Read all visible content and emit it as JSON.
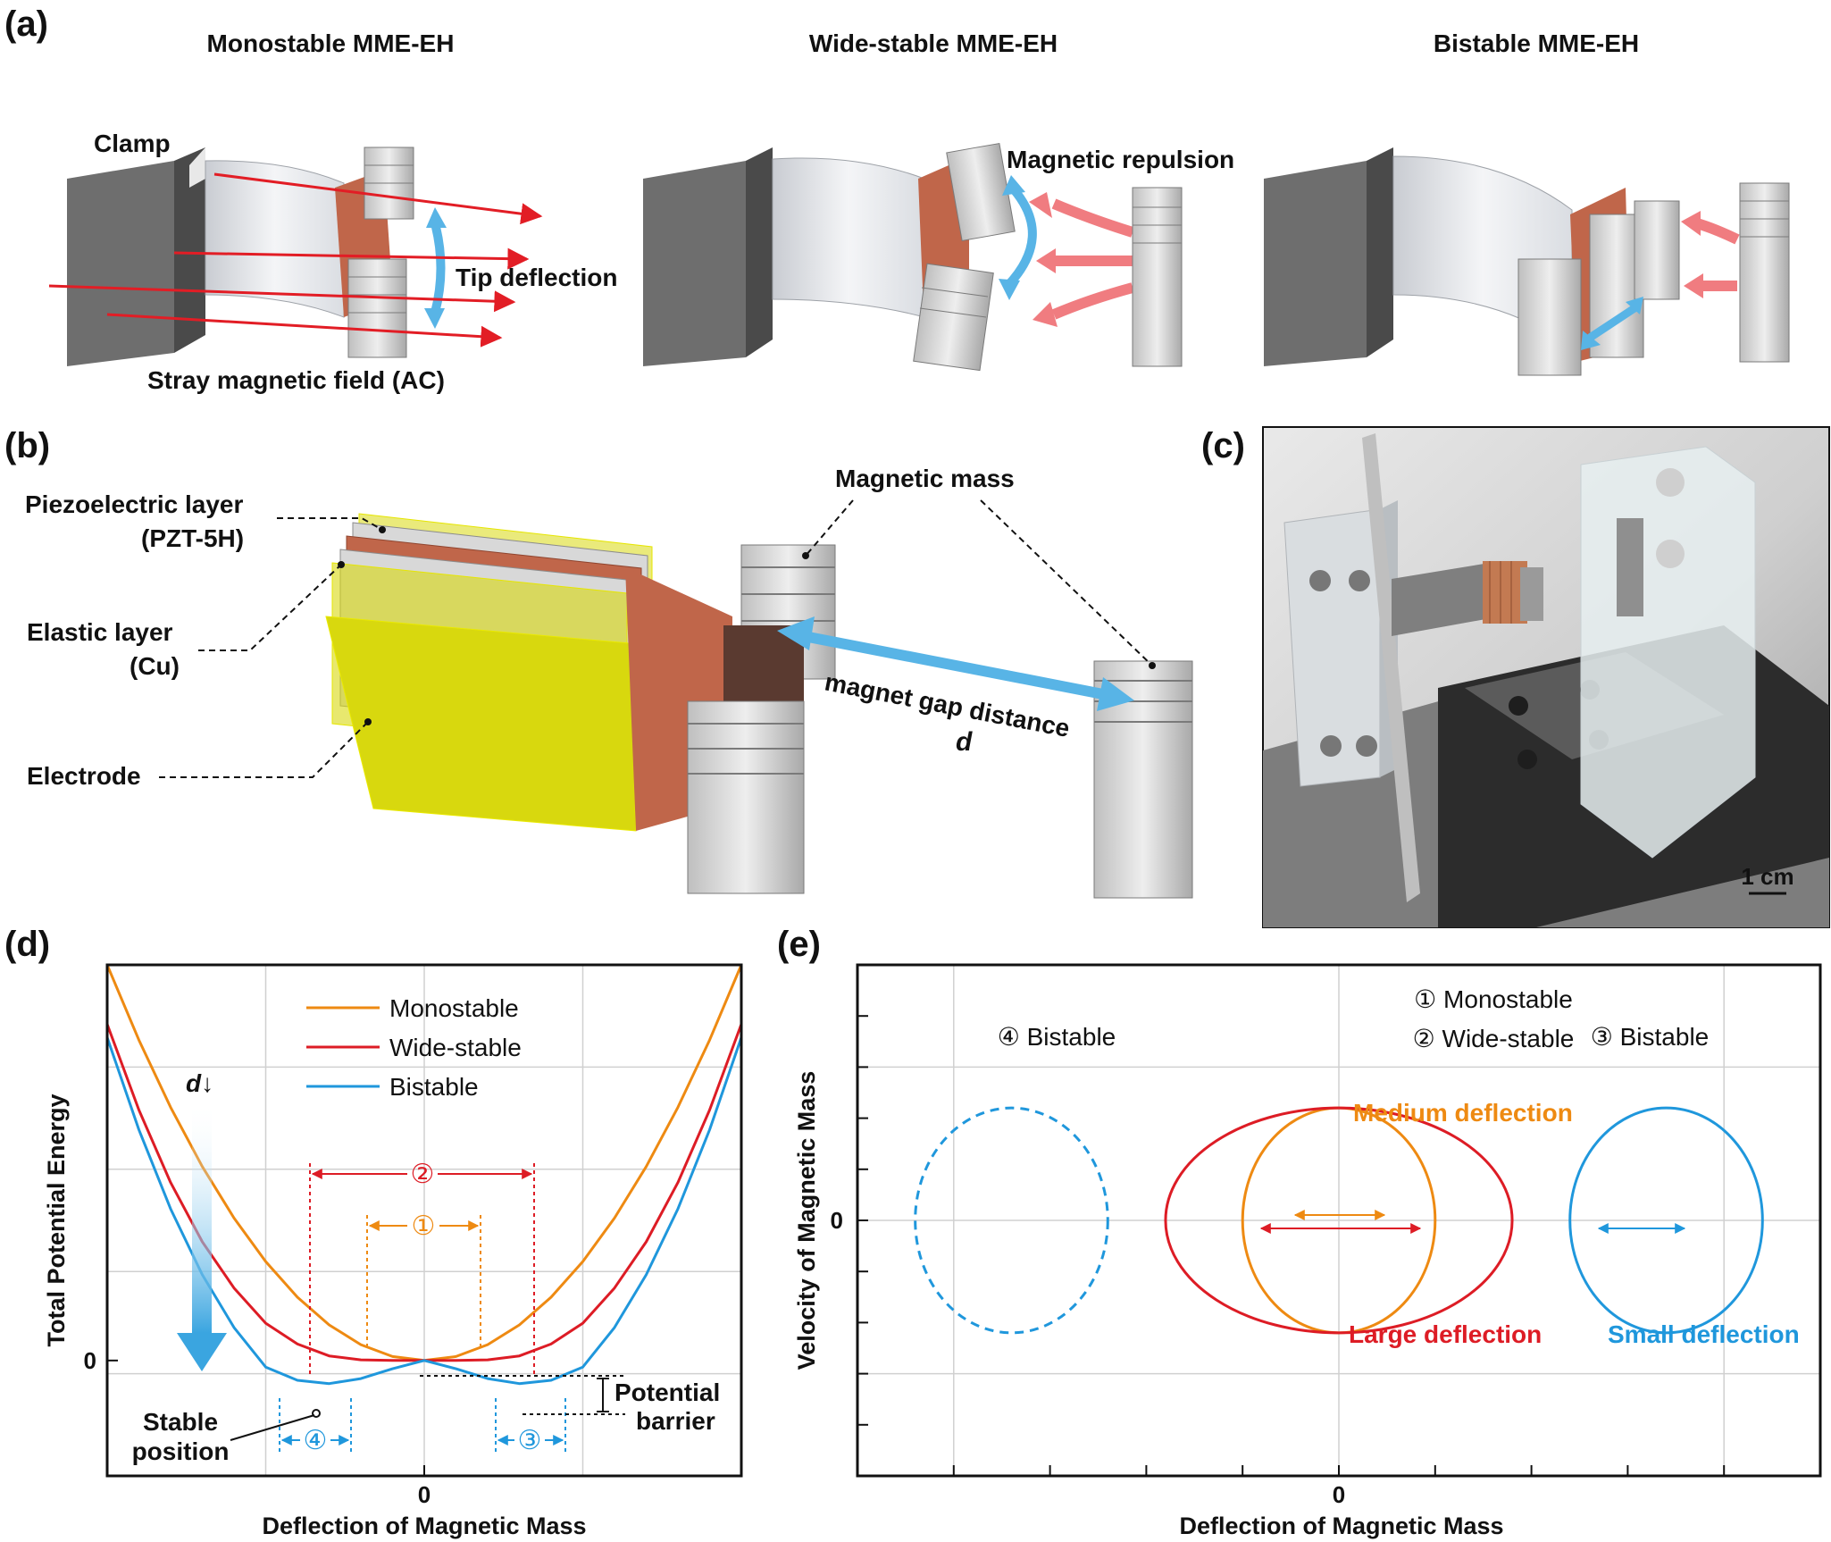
{
  "colors": {
    "monostable": "#ee8a12",
    "wide_stable": "#dd1c25",
    "bistable": "#1f97dc",
    "arrow_blue": "#58b4e6",
    "arrow_red": "#f07c80",
    "copper": "#c0664a",
    "electrode": "#d8d80e",
    "magnet": "#d8d8d8",
    "clamp": "#6e6e6e"
  },
  "panel_a": {
    "letter": "(a)",
    "titles": [
      "Monostable MME-EH",
      "Wide-stable MME-EH",
      "Bistable MME-EH"
    ],
    "clamp_label": "Clamp",
    "tip_deflection_label": "Tip deflection",
    "stray_field_label": "Stray magnetic field (AC)",
    "repulsion_label": "Magnetic repulsion"
  },
  "panel_b": {
    "letter": "(b)",
    "piezo_label_1": "Piezoelectric layer",
    "piezo_label_2": "(PZT-5H)",
    "elastic_label_1": "Elastic layer",
    "elastic_label_2": "(Cu)",
    "electrode_label": "Electrode",
    "magnetic_mass_label": "Magnetic mass",
    "gap_label": "magnet gap distance",
    "gap_symbol": "d"
  },
  "panel_c": {
    "letter": "(c)",
    "scale_label": "1 cm"
  },
  "panel_d": {
    "letter": "(d)",
    "legend": [
      "Monostable",
      "Wide-stable",
      "Bistable"
    ],
    "d_arrow_label": "d↓",
    "stable_label_1": "Stable",
    "stable_label_2": "position",
    "barrier_label_1": "Potential",
    "barrier_label_2": "barrier",
    "markers": [
      "②",
      "①",
      "④",
      "③"
    ]
  },
  "panel_e": {
    "letter": "(e)",
    "legend_mono": "① Monostable",
    "legend_wide": "② Wide-stable",
    "legend_bi_left": "④ Bistable",
    "legend_bi_right": "③ Bistable",
    "medium_label": "Medium deflection",
    "large_label": "Large deflection",
    "small_label": "Small deflection"
  },
  "chart_data": [
    {
      "type": "line",
      "panel": "d",
      "xlabel": "Deflection of Magnetic Mass",
      "ylabel": "Total Potential Energy",
      "x_tick_labels": [
        "0"
      ],
      "y_tick_labels": [
        "0"
      ],
      "xlim": [
        -1.0,
        1.0
      ],
      "ylim": [
        -0.35,
        1.2
      ],
      "grid": true,
      "legend_position": "top-center",
      "series": [
        {
          "name": "Monostable",
          "x": [
            -1.0,
            -0.9,
            -0.8,
            -0.7,
            -0.6,
            -0.5,
            -0.4,
            -0.3,
            -0.2,
            -0.1,
            0.0,
            0.1,
            0.2,
            0.3,
            0.4,
            0.5,
            0.6,
            0.7,
            0.8,
            0.9,
            1.0
          ],
          "y": [
            1.2,
            0.972,
            0.768,
            0.588,
            0.432,
            0.3,
            0.192,
            0.108,
            0.048,
            0.012,
            0.0,
            0.012,
            0.048,
            0.108,
            0.192,
            0.3,
            0.432,
            0.588,
            0.768,
            0.972,
            1.2
          ]
        },
        {
          "name": "Wide-stable",
          "x": [
            -1.0,
            -0.9,
            -0.8,
            -0.7,
            -0.6,
            -0.5,
            -0.4,
            -0.3,
            -0.2,
            -0.1,
            0.0,
            0.1,
            0.2,
            0.3,
            0.4,
            0.5,
            0.6,
            0.7,
            0.8,
            0.9,
            1.0
          ],
          "y": [
            1.02,
            0.76,
            0.54,
            0.36,
            0.22,
            0.113,
            0.05,
            0.014,
            0.002,
            0.0,
            0.0,
            0.0,
            0.002,
            0.014,
            0.05,
            0.113,
            0.22,
            0.36,
            0.54,
            0.76,
            1.02
          ]
        },
        {
          "name": "Bistable",
          "x": [
            -1.0,
            -0.9,
            -0.8,
            -0.7,
            -0.6,
            -0.5,
            -0.4,
            -0.3,
            -0.2,
            -0.1,
            0.0,
            0.1,
            0.2,
            0.3,
            0.4,
            0.5,
            0.6,
            0.7,
            0.8,
            0.9,
            1.0
          ],
          "y": [
            0.98,
            0.7,
            0.46,
            0.26,
            0.1,
            -0.02,
            -0.06,
            -0.07,
            -0.055,
            -0.025,
            0.0,
            -0.025,
            -0.055,
            -0.07,
            -0.06,
            -0.02,
            0.1,
            0.26,
            0.46,
            0.7,
            0.98
          ]
        }
      ]
    },
    {
      "type": "scatter",
      "panel": "e",
      "xlabel": "Deflection of Magnetic Mass",
      "ylabel": "Velocity of Magnetic Mass",
      "x_tick_labels": [
        "0"
      ],
      "y_tick_labels": [
        "0"
      ],
      "xlim": [
        -1.0,
        1.0
      ],
      "ylim": [
        -1.0,
        1.0
      ],
      "grid": true,
      "orbits": [
        {
          "name": "① Monostable",
          "center_x": 0.0,
          "center_y": 0.0,
          "half_width": 0.2,
          "half_height": 0.44,
          "style": "solid"
        },
        {
          "name": "② Wide-stable",
          "center_x": 0.0,
          "center_y": 0.0,
          "half_width": 0.36,
          "half_height": 0.44,
          "style": "solid"
        },
        {
          "name": "③ Bistable",
          "center_x": 0.68,
          "center_y": 0.0,
          "half_width": 0.2,
          "half_height": 0.44,
          "style": "solid"
        },
        {
          "name": "④ Bistable",
          "center_x": -0.68,
          "center_y": 0.0,
          "half_width": 0.2,
          "half_height": 0.44,
          "style": "dashed"
        }
      ]
    }
  ]
}
